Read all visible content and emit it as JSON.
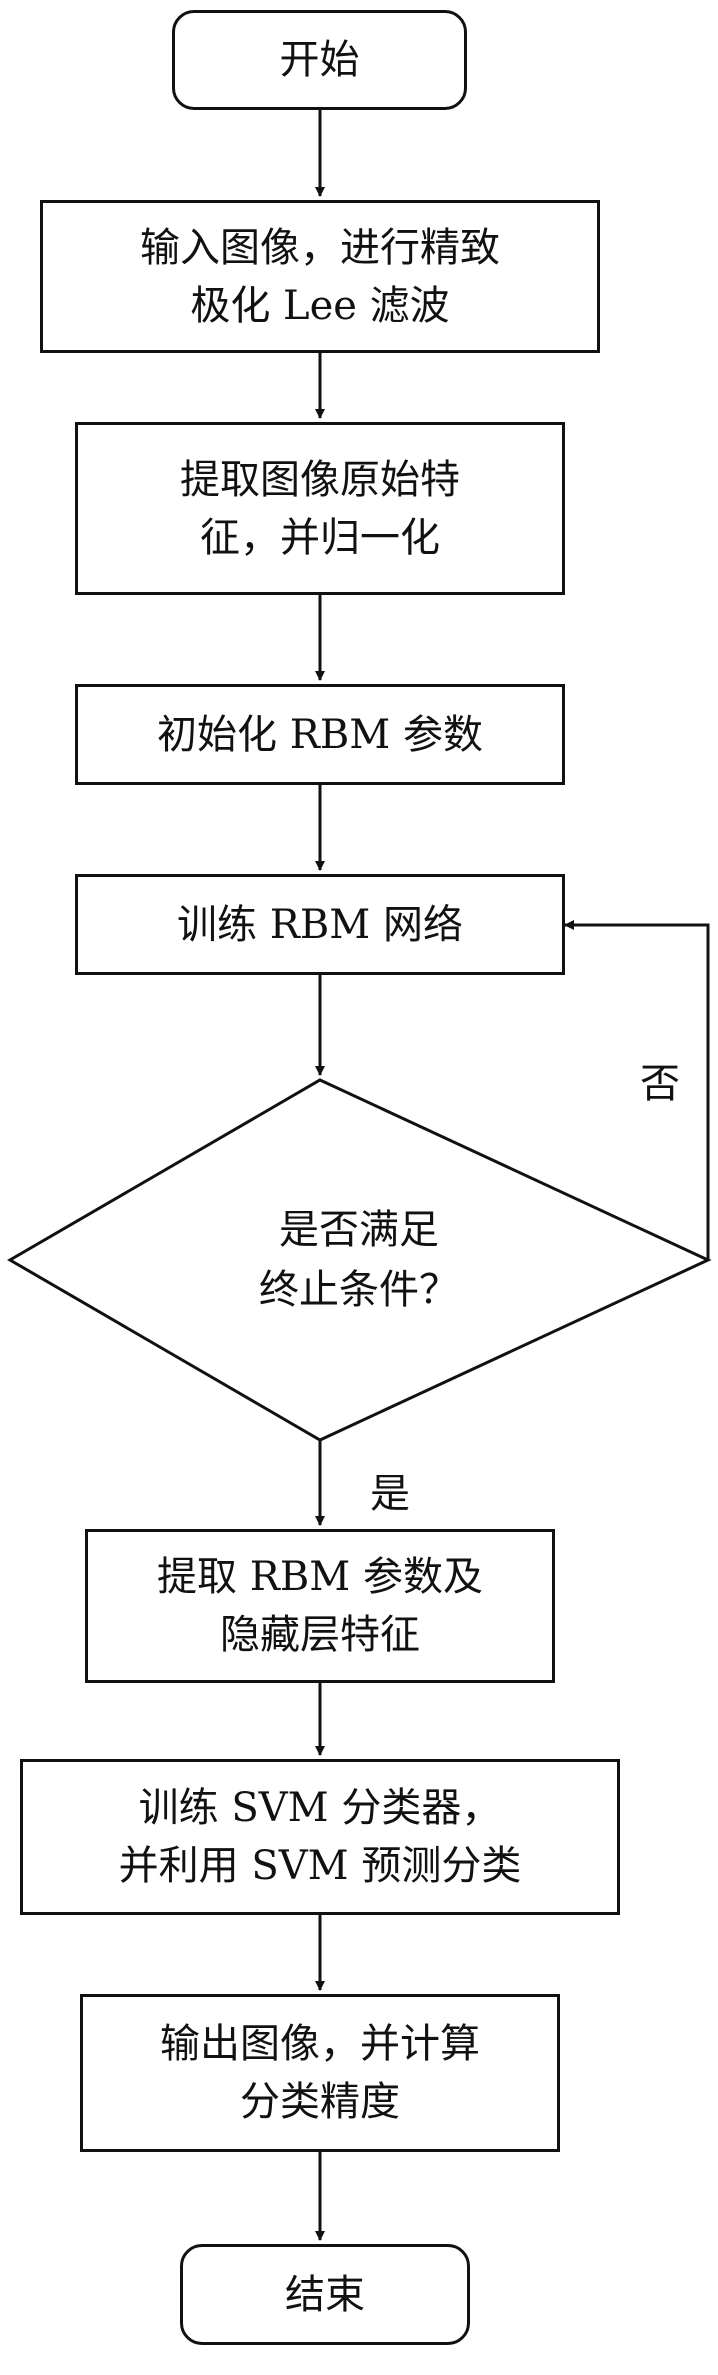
{
  "flowchart": {
    "start": "开始",
    "filter": [
      "输入图像，进行精致",
      "极化 Lee 滤波"
    ],
    "extract": [
      "提取图像原始特",
      "征，并归一化"
    ],
    "init": "初始化 RBM 参数",
    "train": "训练 RBM 网络",
    "decision": [
      "是否满足",
      "终止条件？"
    ],
    "no_label": "否",
    "yes_label": "是",
    "extract_hidden": [
      "提取 RBM 参数及",
      "隐藏层特征"
    ],
    "svm": [
      "训练 SVM 分类器，",
      "并利用 SVM 预测分类"
    ],
    "output": [
      "输出图像，并计算",
      "分类精度"
    ],
    "end": "结束"
  },
  "colors": {
    "line": "#111111",
    "background": "#ffffff"
  }
}
